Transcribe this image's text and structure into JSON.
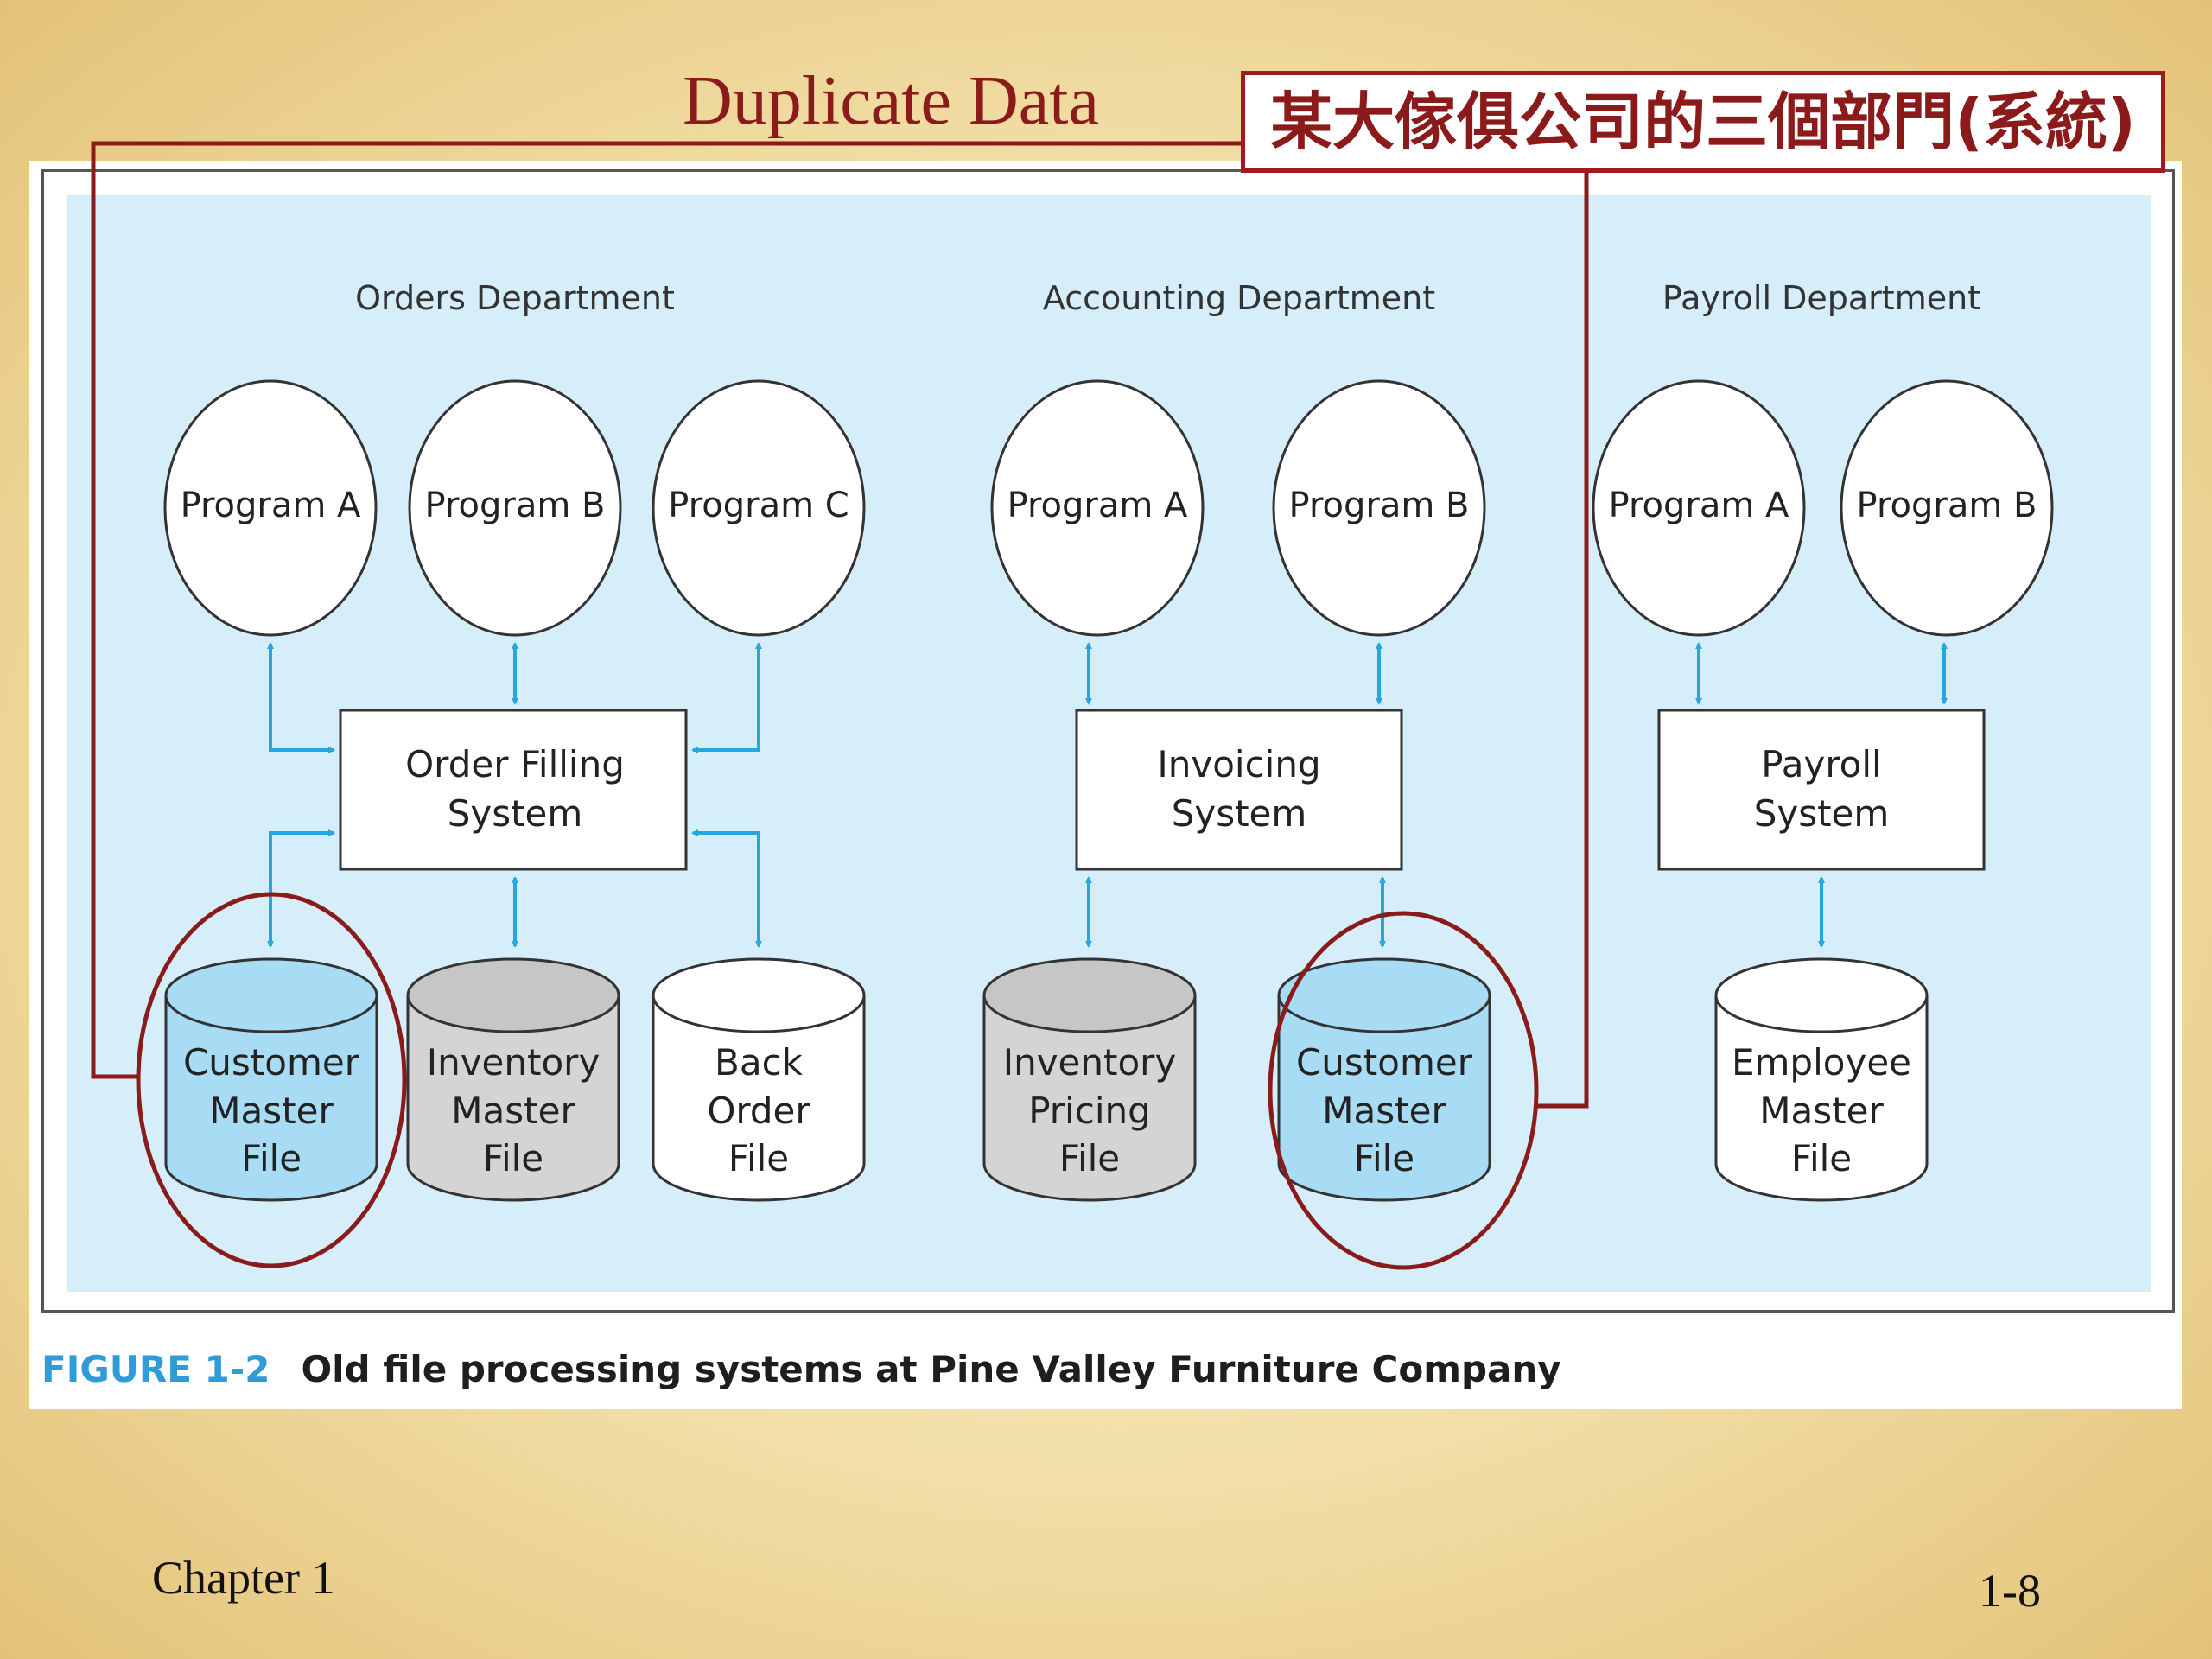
{
  "slide": {
    "title": "Duplicate Data",
    "callout": "某大傢俱公司的三個部門(系統)",
    "footer_left": "Chapter 1",
    "footer_right": "1-8"
  },
  "figure": {
    "caption_label": "FIGURE 1-2",
    "caption_text": "Old file processing systems at Pine Valley Furniture Company",
    "departments": [
      {
        "name": "Orders Department",
        "programs": [
          "Program A",
          "Program B",
          "Program C"
        ],
        "system": [
          "Order Filling",
          "System"
        ],
        "files": [
          {
            "lines": [
              "Customer",
              "Master",
              "File"
            ],
            "kind": "duplicate"
          },
          {
            "lines": [
              "Inventory",
              "Master",
              "File"
            ],
            "kind": "gray"
          },
          {
            "lines": [
              "Back",
              "Order",
              "File"
            ],
            "kind": "white"
          }
        ]
      },
      {
        "name": "Accounting Department",
        "programs": [
          "Program A",
          "Program B"
        ],
        "system": [
          "Invoicing",
          "System"
        ],
        "files": [
          {
            "lines": [
              "Inventory",
              "Pricing",
              "File"
            ],
            "kind": "gray"
          },
          {
            "lines": [
              "Customer",
              "Master",
              "File"
            ],
            "kind": "duplicate"
          }
        ]
      },
      {
        "name": "Payroll Department",
        "programs": [
          "Program A",
          "Program B"
        ],
        "system": [
          "Payroll",
          "System"
        ],
        "files": [
          {
            "lines": [
              "Employee",
              "Master",
              "File"
            ],
            "kind": "white"
          }
        ]
      }
    ]
  },
  "colors": {
    "highlight": "#8b1a1a",
    "arrow": "#27a7e0",
    "file_duplicate": "#a7dcf4",
    "file_gray": "#d4d4d4",
    "file_white": "#ffffff"
  }
}
